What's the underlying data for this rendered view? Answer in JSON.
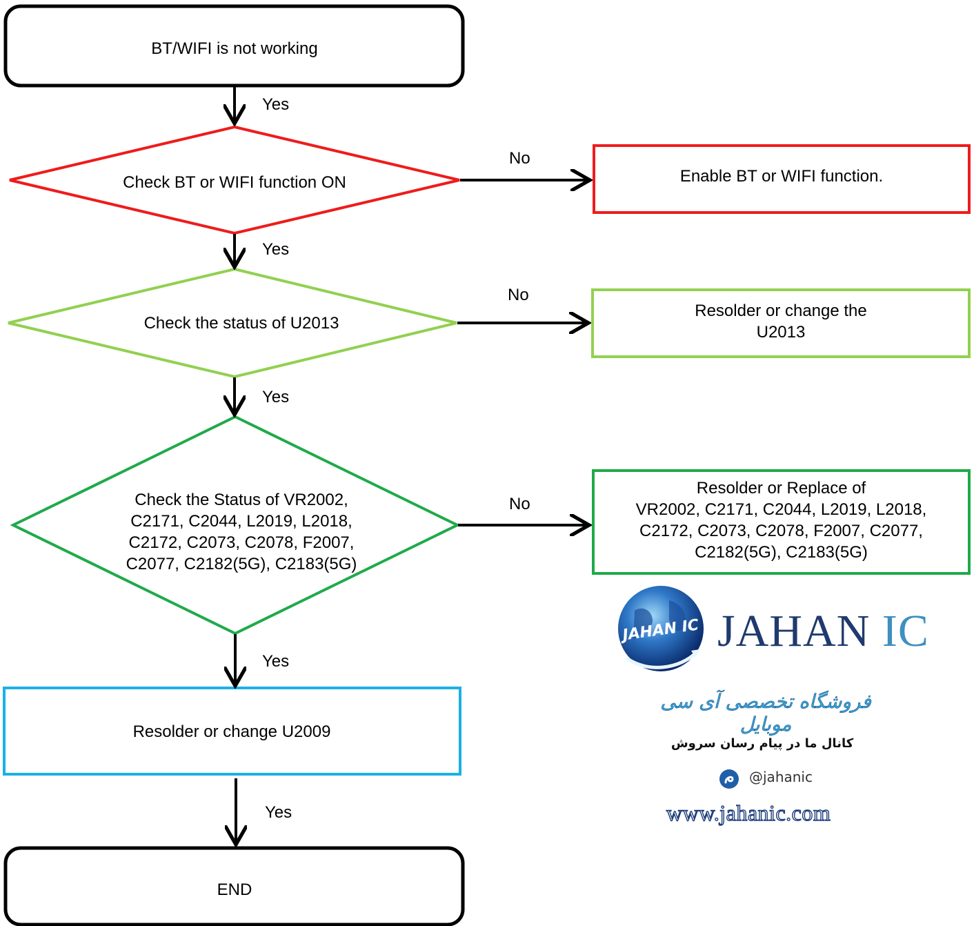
{
  "flowchart": {
    "start": "BT/WIFI is not working",
    "decision_1": "Check BT or WIFI function ON",
    "action_1": "Enable BT or WIFI function.",
    "decision_2": "Check the status of U2013",
    "action_2": [
      "Resolder or change the",
      "U2013"
    ],
    "decision_3": [
      "Check the Status of VR2002,",
      "C2171, C2044, L2019, L2018,",
      "C2172, C2073, C2078, F2007,",
      "C2077, C2182(5G), C2183(5G)"
    ],
    "action_3": [
      "Resolder or Replace of",
      "VR2002, C2171, C2044, L2019, L2018,",
      "C2172, C2073, C2078, F2007, C2077,",
      "C2182(5G), C2183(5G)"
    ],
    "process_final": "Resolder or change U2009",
    "end": "END"
  },
  "edge_labels": {
    "yes": "Yes",
    "no": "No"
  },
  "watermark": {
    "logo_globe_text": "JAHAN IC",
    "brand_name_1": "JAHAN",
    "brand_name_2": "IC",
    "tagline_fa": "فروشگاه تخصصی آی سی موبایل",
    "channel_fa": "کانال ما در پیام رسان سروش",
    "handle": "@jahanic",
    "website": "www.jahanic.com"
  },
  "colors": {
    "red": "#ee1c1c",
    "light_green": "#92d050",
    "green": "#1faa4a",
    "blue": "#1ab0e6",
    "black": "#000000"
  }
}
